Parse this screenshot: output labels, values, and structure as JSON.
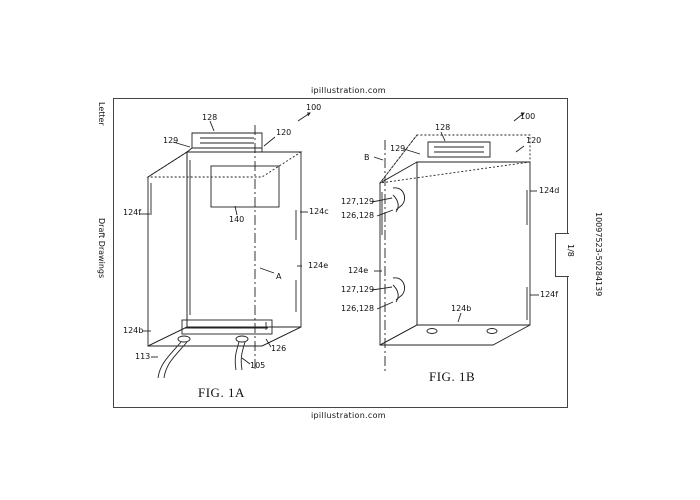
{
  "header": {
    "site_top": "ipillustration.com",
    "site_bottom": "ipillustration.com"
  },
  "margin_left": {
    "sheet_size": "Letter",
    "status": "Draft Drawings"
  },
  "margin_right": {
    "doc_id": "10097523-50284139",
    "page": "1/8"
  },
  "figures": [
    {
      "caption": "FIG. 1A",
      "ref_main": "100",
      "labels": [
        "128",
        "129",
        "120",
        "124f",
        "124c",
        "140",
        "A",
        "124e",
        "124b",
        "126",
        "113",
        "105"
      ]
    },
    {
      "caption": "FIG. 1B",
      "ref_main": "100",
      "labels": [
        "128",
        "129",
        "120",
        "B",
        "124d",
        "127,129",
        "126,128",
        "124e",
        "127,129",
        "126,128",
        "124b",
        "124f"
      ]
    }
  ]
}
